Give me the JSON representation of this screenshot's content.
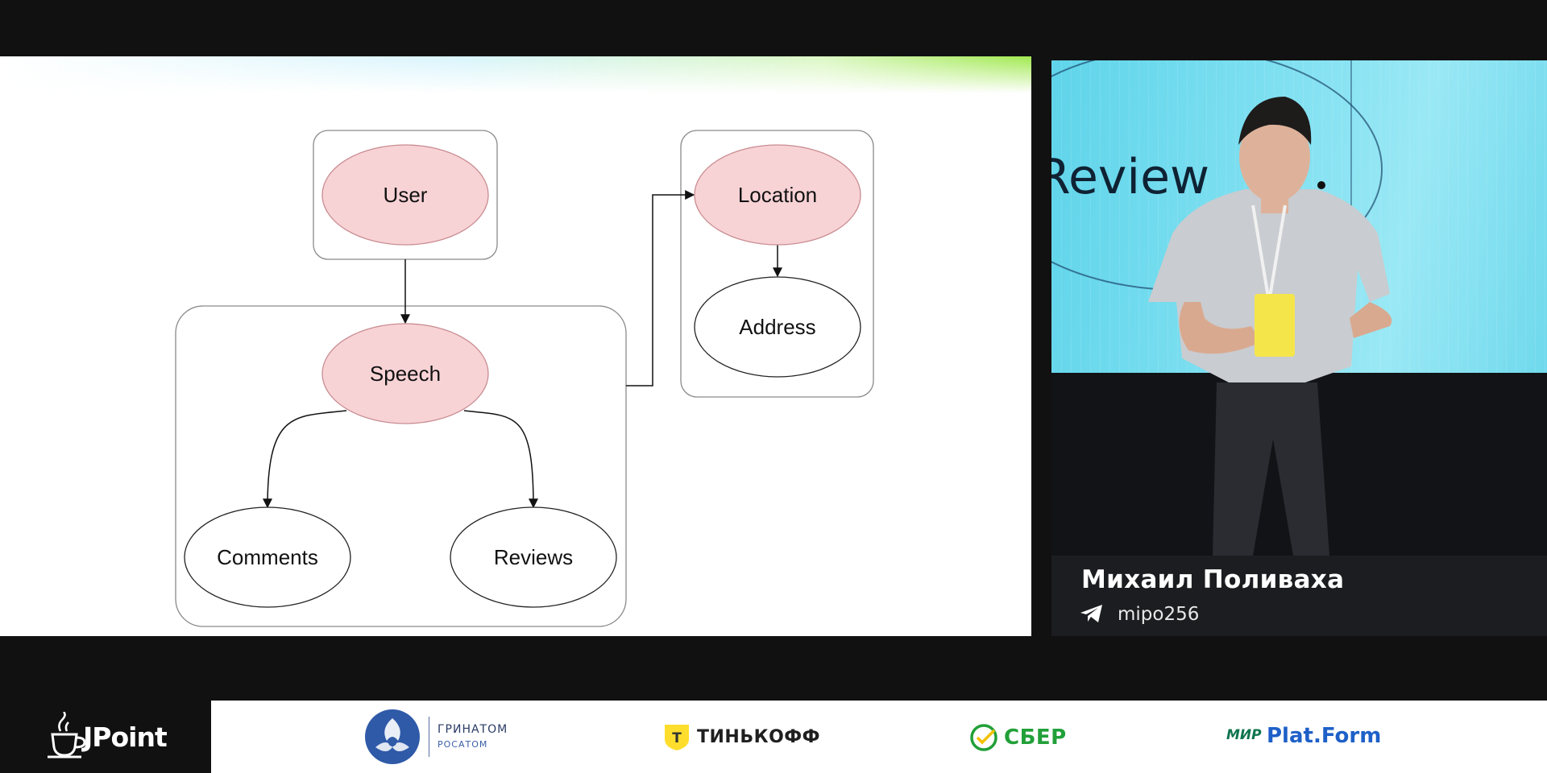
{
  "slide": {
    "diagram": {
      "nodes": {
        "user": "User",
        "speech": "Speech",
        "comments": "Comments",
        "reviews": "Reviews",
        "location": "Location",
        "address": "Address"
      }
    }
  },
  "video": {
    "screen_text": "Review"
  },
  "speaker": {
    "name": "Михаил Поливаха",
    "handle": "mipo256",
    "handle_icon": "telegram-icon"
  },
  "footer": {
    "event_logo": "JPoint",
    "sponsors": {
      "grinatom": {
        "title": "ГРИНАТОМ",
        "subtitle": "РОСАТОМ"
      },
      "tinkoff": {
        "name": "ТИНЬКОФФ",
        "badge": "Т"
      },
      "sber": {
        "name": "СБЕР"
      },
      "platform": {
        "mir": "МИР",
        "name": "Plat.Form"
      }
    }
  },
  "colors": {
    "node_pink_fill": "#f8d3d6",
    "node_pink_stroke": "#c88c91",
    "brand_green": "#21a038",
    "platform_blue": "#1e60c8",
    "tinkoff_yellow": "#ffdd2d",
    "background": "#111112"
  }
}
